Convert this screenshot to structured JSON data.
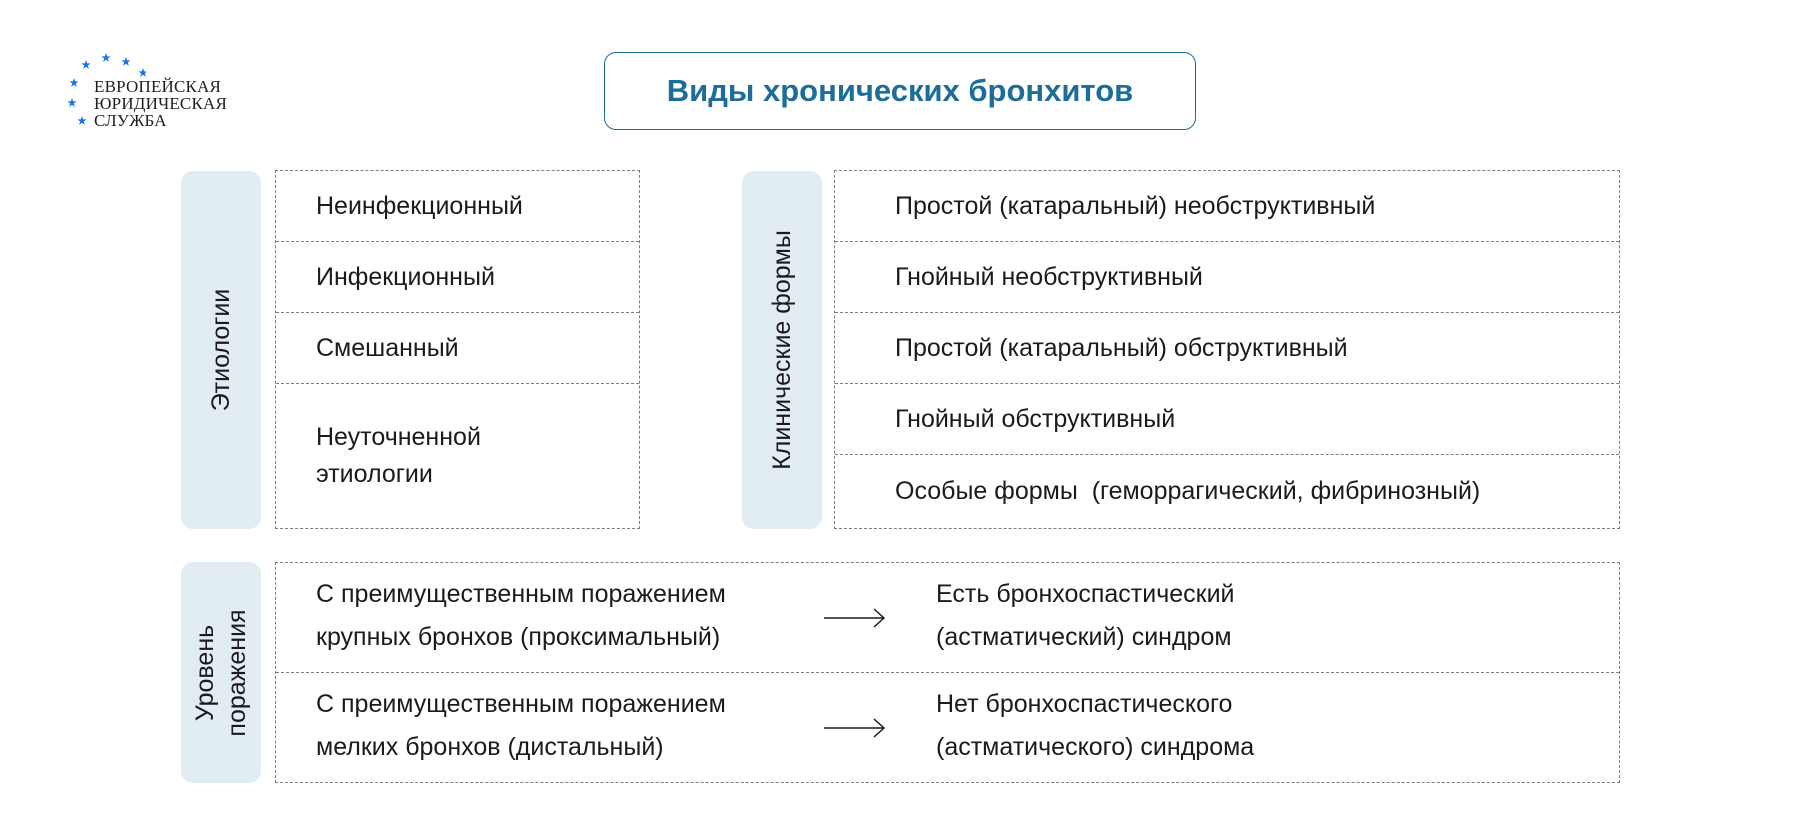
{
  "logo": {
    "lines": [
      "ЕВРОПЕЙСКАЯ",
      "ЮРИДИЧЕСКАЯ",
      "СЛУЖБА"
    ],
    "icon": "stars-arc-icon",
    "star_color": "#1a73e8"
  },
  "title": "Виды хронических бронхитов",
  "colors": {
    "accent": "#1c6d97",
    "label_bg": "#e1ecf3",
    "dash": "#7d7d7d"
  },
  "etiology": {
    "label": "Этиологии",
    "items": [
      "Неинфекционный",
      "Инфекционный",
      "Смешанный",
      "Неуточненной",
      "этиологии"
    ]
  },
  "clinical": {
    "label": "Клинические формы",
    "items": [
      "Простой (катаральный) необструктивный",
      "Гнойный необструктивный",
      "Простой (катаральный) обструктивный",
      "Гнойный обструктивный",
      "Особые формы  (геморрагический, фибринозный)"
    ]
  },
  "level": {
    "label_line1": "Уровень",
    "label_line2": "поражения",
    "rows": [
      {
        "left1": "С преимущественным поражением",
        "left2": "крупных бронхов (проксимальный)",
        "right1": "Есть бронхоспастический",
        "right2": "(астматический) синдром",
        "arrow_icon": "arrow-right-icon"
      },
      {
        "left1": "С преимущественным поражением",
        "left2": "мелких бронхов (дистальный)",
        "right1": "Нет бронхоспастического",
        "right2": "(астматического) синдрома",
        "arrow_icon": "arrow-right-icon"
      }
    ]
  }
}
